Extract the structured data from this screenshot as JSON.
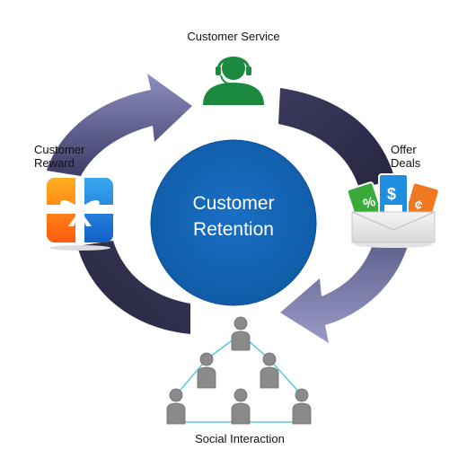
{
  "center": {
    "line1": "Customer",
    "line2": "Retention"
  },
  "nodes": {
    "service": {
      "label": "Customer Service"
    },
    "deals": {
      "line1": "Offer",
      "line2": "Deals"
    },
    "reward": {
      "line1": "Customer",
      "line2": "Reward"
    },
    "social": {
      "label": "Social Interaction"
    }
  },
  "coupons": {
    "percent": "%",
    "dollar": "$",
    "cent": "¢"
  },
  "colors": {
    "circle": "#1565b4",
    "arrow_dark": "#2b2b48",
    "arrow_mid": "#4c4c78",
    "arrow_light": "#8a8ab8",
    "agent_green": "#1c8a3e",
    "network_line": "#5fc7e0",
    "person_gray": "#8a8a8a"
  },
  "icons": {
    "service": "headset-agent-icon",
    "deals": "coupon-envelope-icon",
    "reward": "gift-box-icon",
    "social": "people-network-icon"
  }
}
